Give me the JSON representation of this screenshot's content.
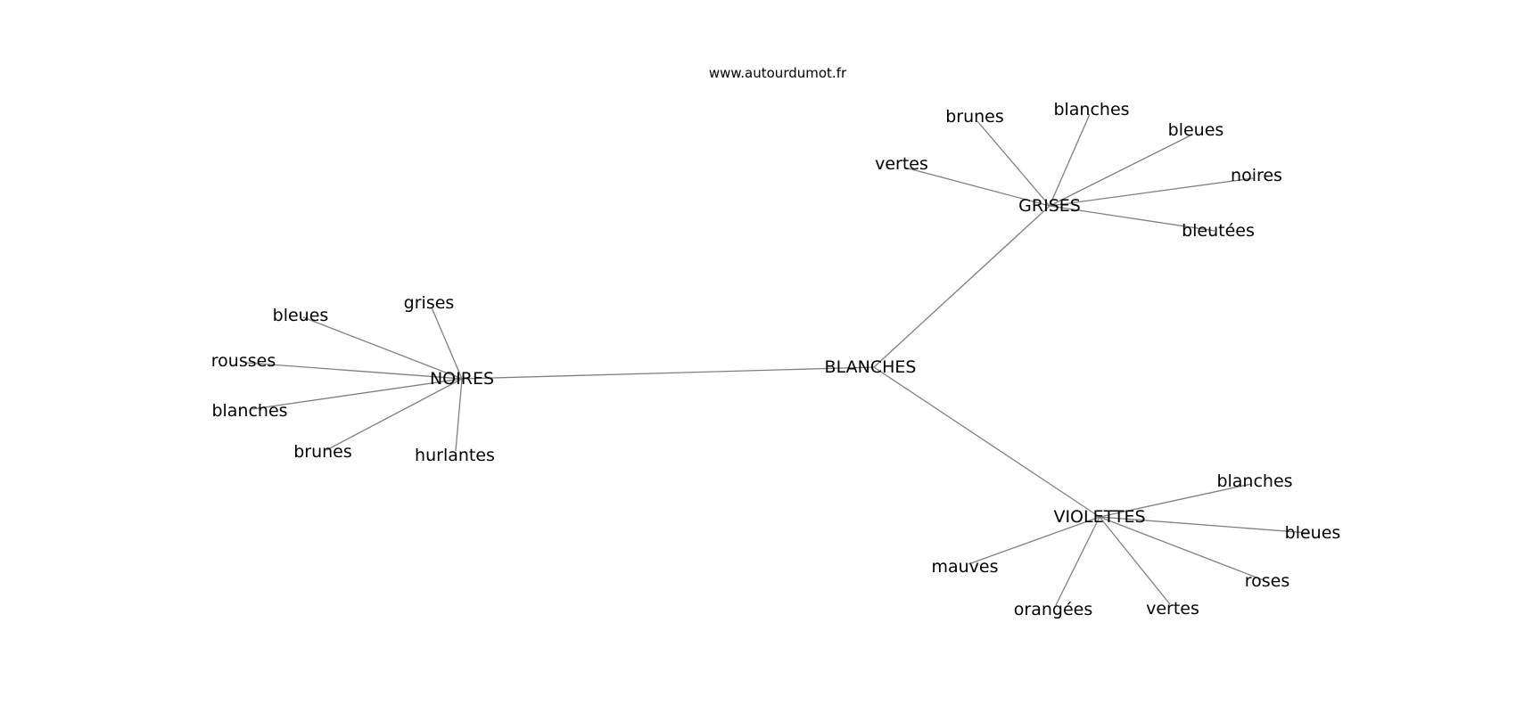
{
  "site": "www.autourdumot.fr",
  "graph": {
    "center": "BLANCHES",
    "hubs": [
      {
        "label": "NOIRES",
        "leaves": [
          "grises",
          "bleues",
          "rousses",
          "blanches",
          "brunes",
          "hurlantes"
        ]
      },
      {
        "label": "GRISES",
        "leaves": [
          "brunes",
          "blanches",
          "bleues",
          "vertes",
          "noires",
          "bleutées"
        ]
      },
      {
        "label": "VIOLETTES",
        "leaves": [
          "blanches",
          "bleues",
          "mauves",
          "roses",
          "orangées",
          "vertes"
        ]
      }
    ]
  }
}
